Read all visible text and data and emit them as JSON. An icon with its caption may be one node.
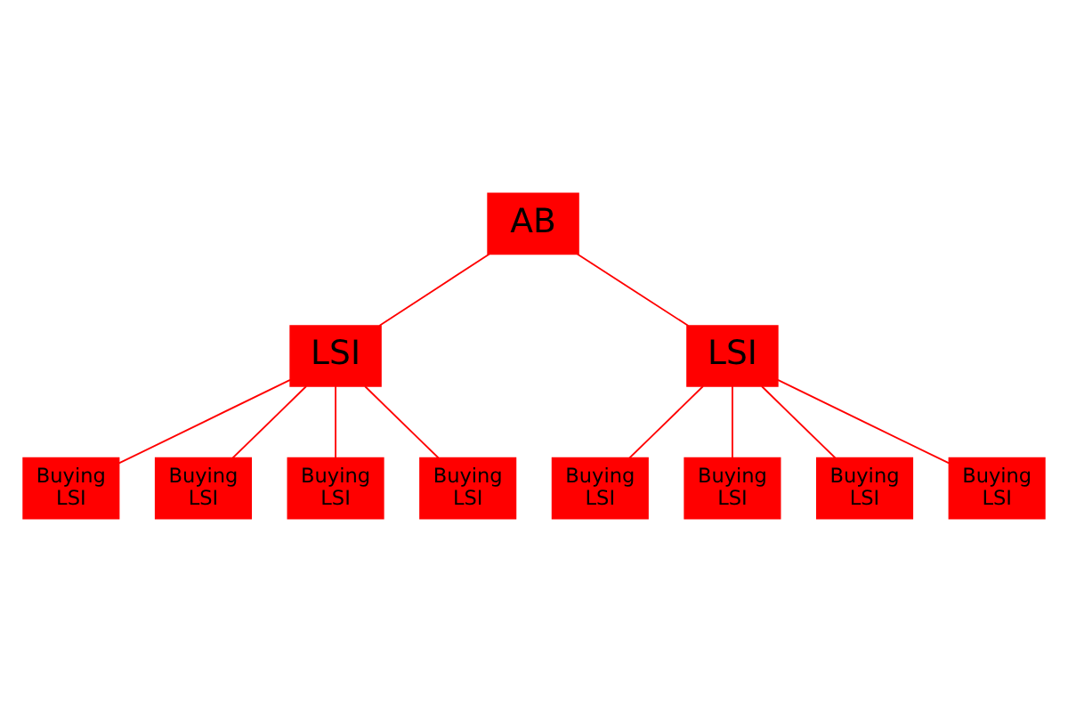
{
  "diagram": {
    "nodes": [
      {
        "text": [
          "AB"
        ]
      },
      {
        "text": [
          "LSI"
        ]
      },
      {
        "text": [
          "LSI"
        ]
      },
      {
        "text": [
          "Buying LSI"
        ]
      },
      {
        "text": [
          "Buying LSI"
        ]
      },
      {
        "text": [
          "Buying LSI"
        ]
      },
      {
        "text": [
          "Buying LSI"
        ]
      },
      {
        "text": [
          "Buying LSI"
        ]
      },
      {
        "text": [
          "Buying LSI"
        ]
      },
      {
        "text": [
          "Buying LSI"
        ]
      },
      {
        "text": [
          "Buying LSI"
        ]
      }
    ],
    "edges": [
      {
        "from": 0,
        "to": 1,
        "arrow": "none"
      },
      {
        "from": 0,
        "to": 2,
        "arrow": "none"
      },
      {
        "from": 1,
        "to": 3,
        "arrow": "none"
      },
      {
        "from": 1,
        "to": 4,
        "arrow": "none"
      },
      {
        "from": 1,
        "to": 5,
        "arrow": "none"
      },
      {
        "from": 1,
        "to": 6,
        "arrow": "none"
      },
      {
        "from": 2,
        "to": 7,
        "arrow": "none"
      },
      {
        "from": 2,
        "to": 8,
        "arrow": "none"
      },
      {
        "from": 2,
        "to": 9,
        "arrow": "none"
      },
      {
        "from": 2,
        "to": 10,
        "arrow": "none"
      }
    ]
  }
}
